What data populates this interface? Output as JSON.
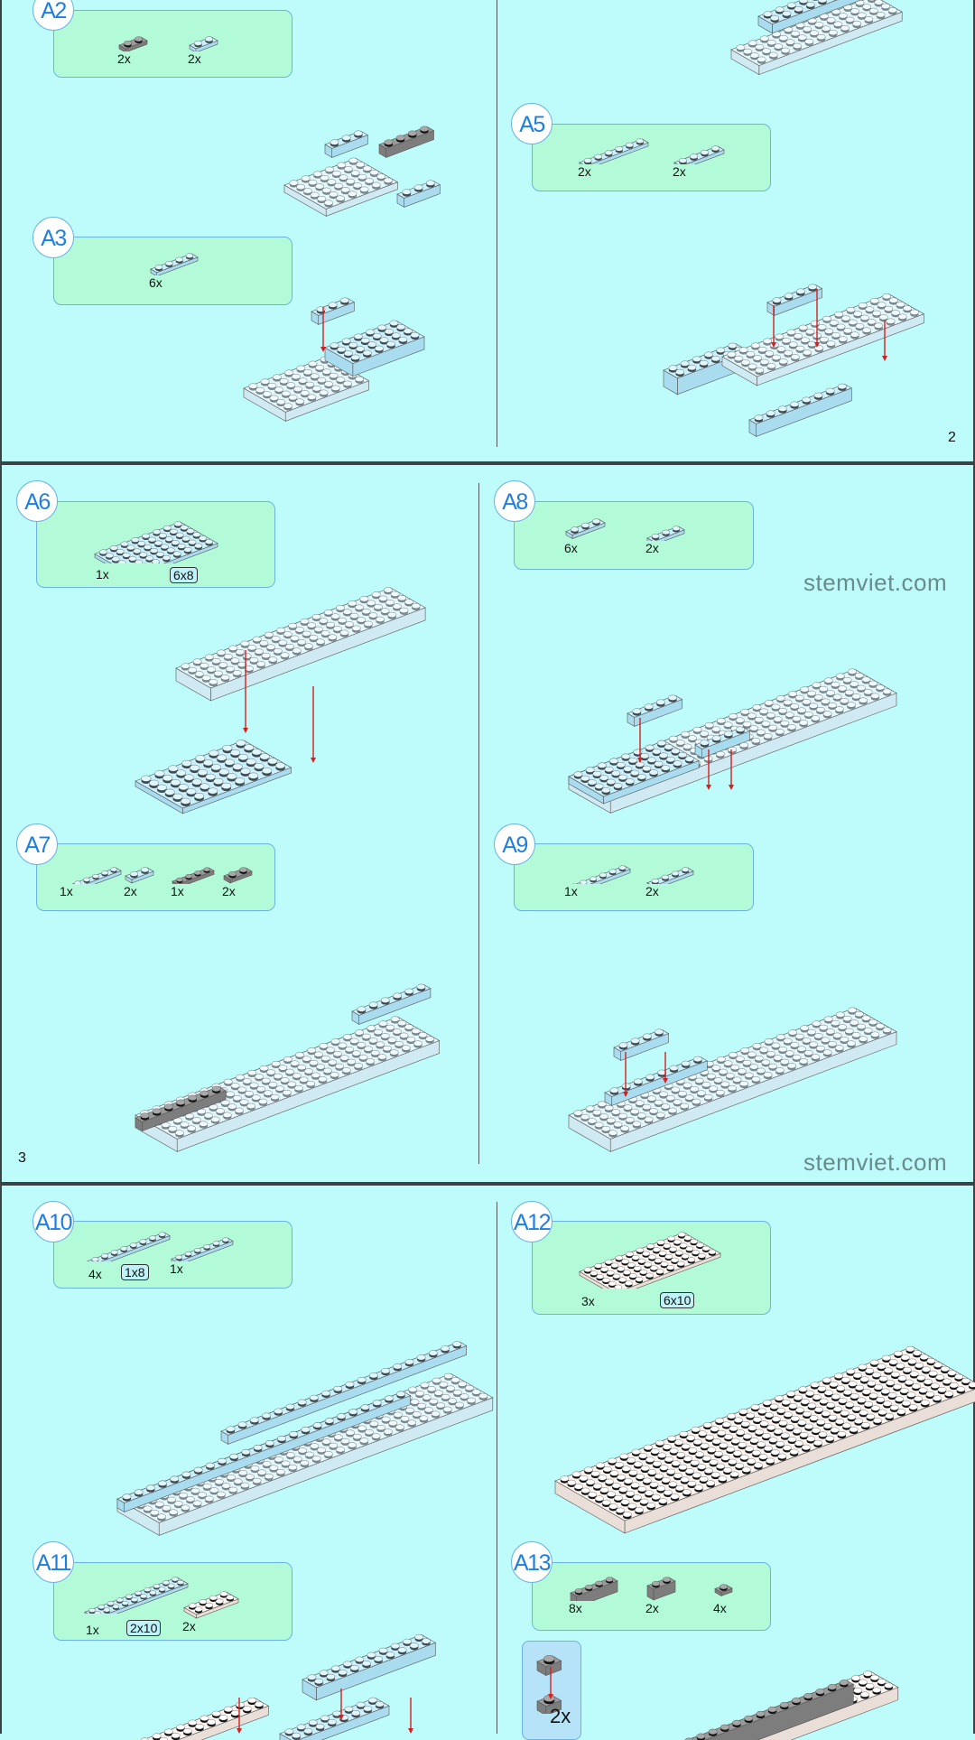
{
  "pages": [
    {
      "number": "2"
    },
    {
      "number": "3"
    }
  ],
  "watermark": "stemviet.com",
  "steps": {
    "A2": {
      "label": "A2",
      "parts": [
        {
          "qty": "2x",
          "color": "dark"
        },
        {
          "qty": "2x",
          "color": "light"
        }
      ]
    },
    "A3": {
      "label": "A3",
      "parts": [
        {
          "qty": "6x",
          "color": "light"
        }
      ]
    },
    "A5": {
      "label": "A5",
      "parts": [
        {
          "qty": "2x",
          "color": "light"
        },
        {
          "qty": "2x",
          "color": "light"
        }
      ]
    },
    "A6": {
      "label": "A6",
      "parts": [
        {
          "qty": "1x",
          "color": "light",
          "size": "6x8"
        }
      ]
    },
    "A7": {
      "label": "A7",
      "parts": [
        {
          "qty": "1x",
          "color": "light"
        },
        {
          "qty": "2x",
          "color": "light"
        },
        {
          "qty": "1x",
          "color": "dark"
        },
        {
          "qty": "2x",
          "color": "dark"
        }
      ]
    },
    "A8": {
      "label": "A8",
      "parts": [
        {
          "qty": "6x",
          "color": "light"
        },
        {
          "qty": "2x",
          "color": "light"
        }
      ]
    },
    "A9": {
      "label": "A9",
      "parts": [
        {
          "qty": "1x",
          "color": "light"
        },
        {
          "qty": "2x",
          "color": "light"
        }
      ]
    },
    "A10": {
      "label": "A10",
      "parts": [
        {
          "qty": "4x",
          "color": "light",
          "size": "1x8"
        },
        {
          "qty": "1x",
          "color": "light"
        }
      ]
    },
    "A11": {
      "label": "A11",
      "parts": [
        {
          "qty": "1x",
          "color": "light",
          "size": "2x10"
        },
        {
          "qty": "2x",
          "color": "white"
        }
      ]
    },
    "A12": {
      "label": "A12",
      "parts": [
        {
          "qty": "3x",
          "color": "white",
          "size": "6x10"
        }
      ]
    },
    "A13": {
      "label": "A13",
      "parts": [
        {
          "qty": "8x",
          "color": "dark"
        },
        {
          "qty": "2x",
          "color": "dark"
        },
        {
          "qty": "4x",
          "color": "dark"
        }
      ]
    }
  },
  "substep": {
    "qty": "2x"
  },
  "colors": {
    "background": "#bdfcfb",
    "callout": "#b3fbd8",
    "badge_text": "#1f7fe0",
    "arrow": "#d42020"
  }
}
